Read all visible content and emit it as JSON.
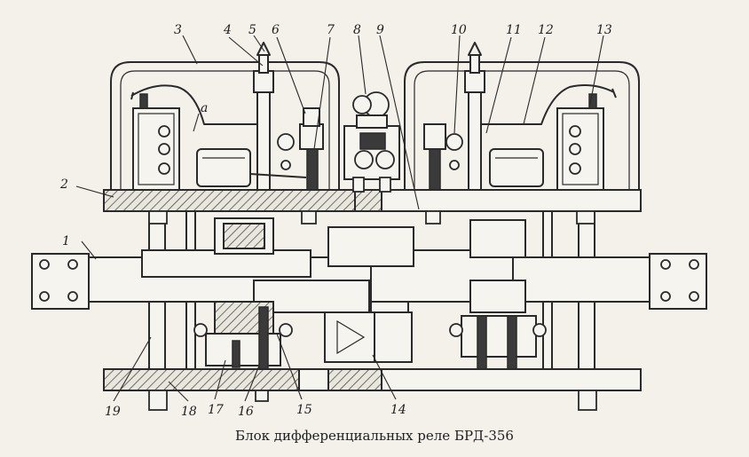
{
  "caption": "Блок дифференциальных реле БРД-356",
  "callouts": {
    "c1": "1",
    "c2": "2",
    "c3": "3",
    "c4": "4",
    "c5": "5",
    "c6": "6",
    "c7": "7",
    "c8": "8",
    "c9": "9",
    "c10": "10",
    "c11": "11",
    "c12": "12",
    "c13": "13",
    "c14": "14",
    "c15": "15",
    "c16": "16",
    "c17": "17",
    "c18": "18",
    "c19": "19",
    "ca": "a"
  }
}
